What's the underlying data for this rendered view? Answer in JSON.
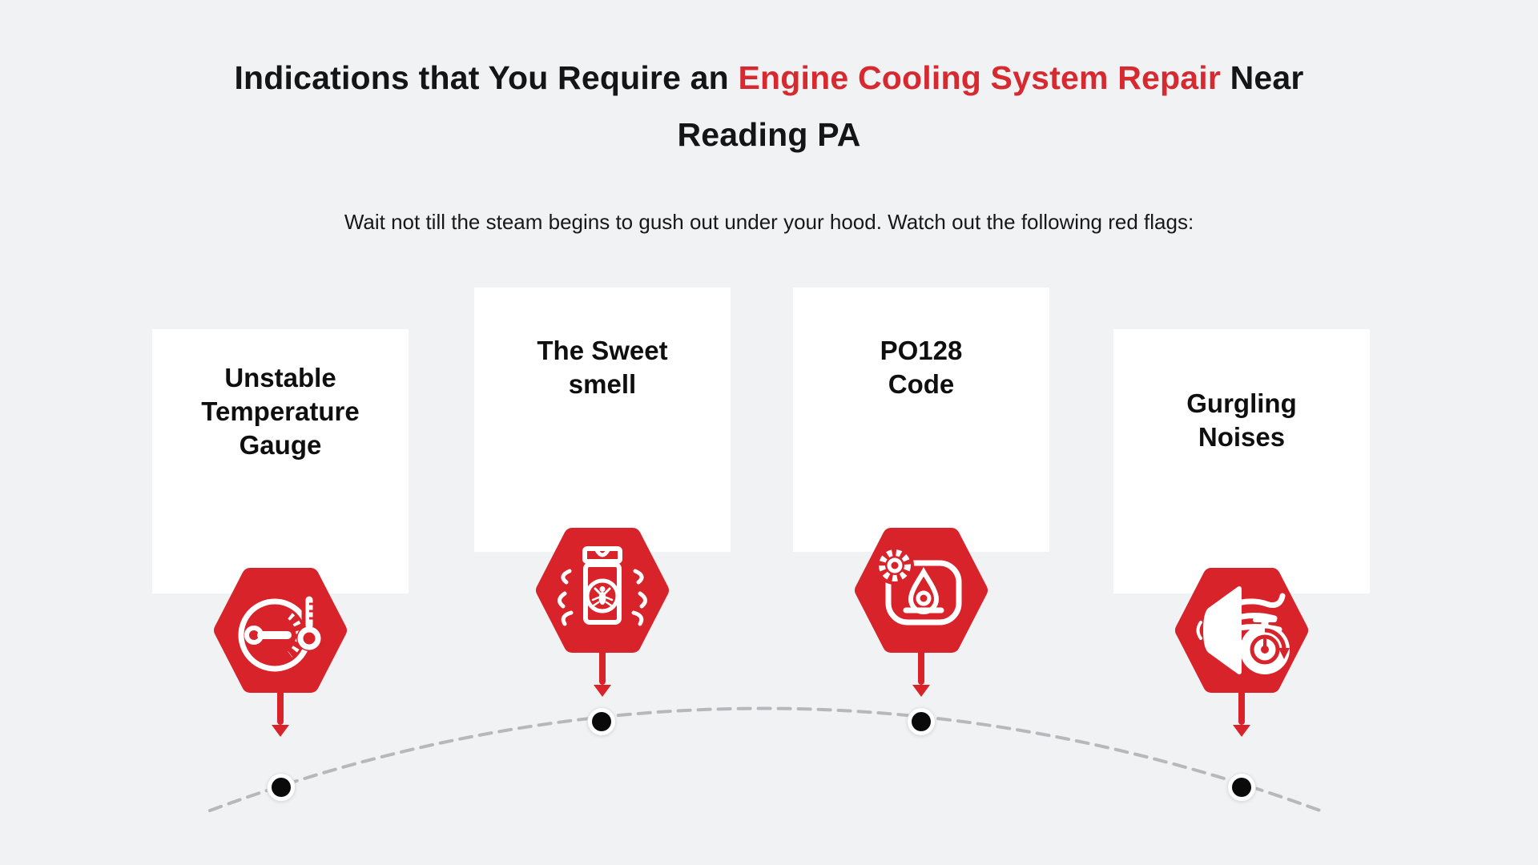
{
  "page": {
    "background_color": "#f1f2f4",
    "card_color": "#ffffff",
    "title_accent_color": "#d62a30",
    "graphic_red": "#d8232a",
    "timeline_color": "#b7b7bc",
    "dot_color": "#0a0a0a"
  },
  "header": {
    "title_line1_prefix": "Indications that You Require an ",
    "title_line1_highlight": "Engine Cooling System Repair",
    "title_line1_suffix": " Near",
    "title_line2": "Reading PA",
    "subtitle": "Wait not till the steam begins to gush out under your hood. Watch out the following red flags:"
  },
  "cards": [
    {
      "label": "Unstable Temperature Gauge",
      "icon": "temperature-gauge-icon"
    },
    {
      "label": "The Sweet smell",
      "icon": "sweet-smell-icon"
    },
    {
      "label": "PO128 Code",
      "icon": "p0128-gauge-icon"
    },
    {
      "label": "Gurgling Noises",
      "icon": "gurgling-noise-icon"
    }
  ],
  "timeline": {
    "dot_count": 4
  }
}
